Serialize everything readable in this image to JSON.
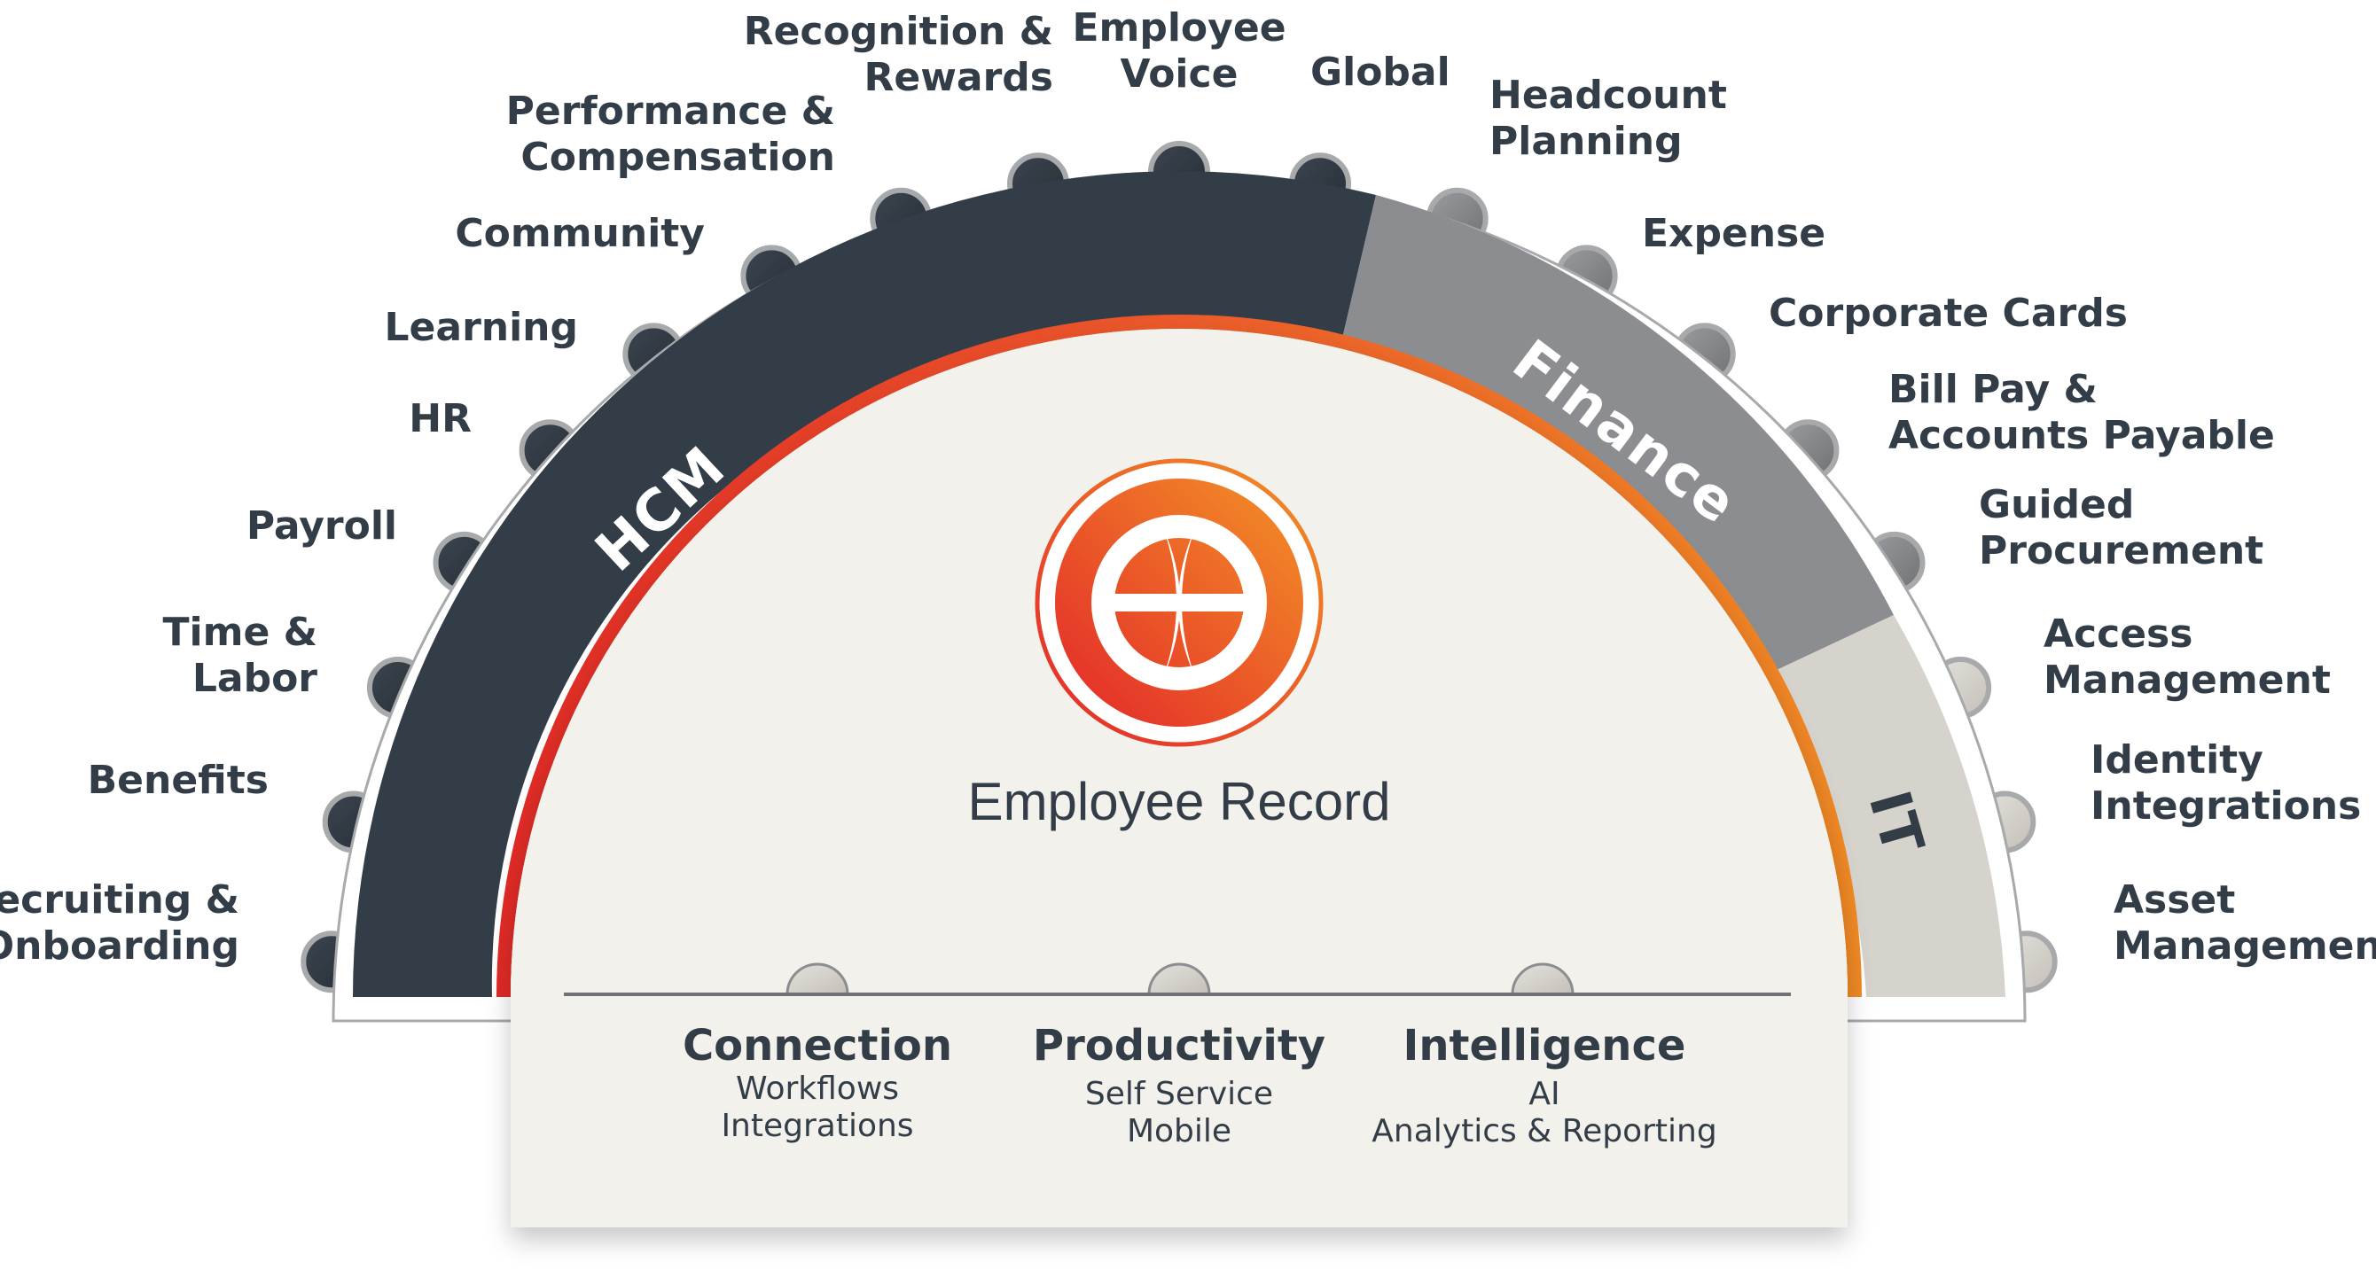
{
  "segments": {
    "hcm": "HCM",
    "finance": "Finance",
    "it": "IT"
  },
  "center": {
    "title": "Employee Record"
  },
  "modules": {
    "recruiting": [
      "Recruiting &",
      "Onboarding"
    ],
    "benefits": [
      "Benefits"
    ],
    "time_labor": [
      "Time &",
      "Labor"
    ],
    "payroll": [
      "Payroll"
    ],
    "hr": [
      "HR"
    ],
    "learning": [
      "Learning"
    ],
    "community": [
      "Community"
    ],
    "performance": [
      "Performance &",
      "Compensation"
    ],
    "recognition": [
      "Recognition &",
      "Rewards"
    ],
    "employee_voice": [
      "Employee",
      "Voice"
    ],
    "global": [
      "Global"
    ],
    "headcount": [
      "Headcount",
      "Planning"
    ],
    "expense": [
      "Expense"
    ],
    "corporate_cards": [
      "Corporate Cards"
    ],
    "bill_pay": [
      "Bill Pay &",
      "Accounts Payable"
    ],
    "guided_procurement": [
      "Guided",
      "Procurement"
    ],
    "access_management": [
      "Access",
      "Management"
    ],
    "identity_integrations": [
      "Identity",
      "Integrations"
    ],
    "asset_management": [
      "Asset",
      "Management"
    ]
  },
  "pillars": [
    {
      "title": "Connection",
      "items": [
        "Workflows",
        "Integrations"
      ]
    },
    {
      "title": "Productivity",
      "items": [
        "Self Service",
        "Mobile"
      ]
    },
    {
      "title": "Intelligence",
      "items": [
        "AI",
        "Analytics & Reporting"
      ]
    }
  ],
  "colors": {
    "hcm": "#333d47",
    "finance": "#8b8d90",
    "it": "#d6d3cd",
    "center_fill": "#f3f1ec",
    "accent_red": "#e8372c",
    "accent_orange": "#f08a24"
  }
}
